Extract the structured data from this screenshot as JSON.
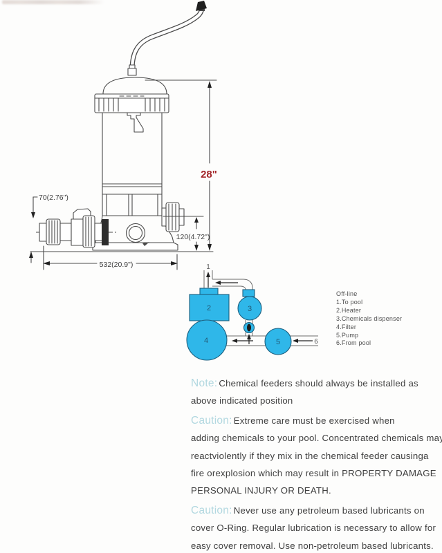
{
  "drawing": {
    "dimensions": {
      "height_label": "28\"",
      "inlet_label": "70(2.76\")",
      "outlet_height_label": "120(4.72\")",
      "width_label": "532(20.9\")"
    }
  },
  "flow": {
    "node_numbers": {
      "n1": "1",
      "n2": "2",
      "n3": "3",
      "n4": "4",
      "n5": "5",
      "n6": "6"
    },
    "legend": [
      "Off-line",
      "1.To pool",
      "2.Heater",
      "3.Chemicals dispenser",
      "4.Filter",
      "5.Pump",
      "6.From pool"
    ]
  },
  "notes": {
    "note": {
      "label": "Note:",
      "lines": [
        "Chemical feeders should always be installed as",
        "above indicated position"
      ]
    },
    "caution1": {
      "label": "Caution:",
      "lines": [
        "Extreme care must be exercised when",
        "adding chemicals to your pool. Concentrated chemicals may",
        "reactviolently if they mix in the chemical feeder causinga",
        "fire orexplosion which may result in PROPERTY DAMAGE",
        "PERSONAL INJURY OR DEATH."
      ]
    },
    "caution2": {
      "label": "Caution:",
      "lines": [
        "Never use any petroleum based lubricants on",
        "cover O-Ring. Regular lubrication is necessary to allow for",
        "easy cover removal. Use non-petroleum based lubricants."
      ]
    }
  },
  "colors": {
    "accent_red": "#a3262a",
    "label_cyan": "#b2d8e0",
    "diagram_blue": "#2fb7e9"
  }
}
